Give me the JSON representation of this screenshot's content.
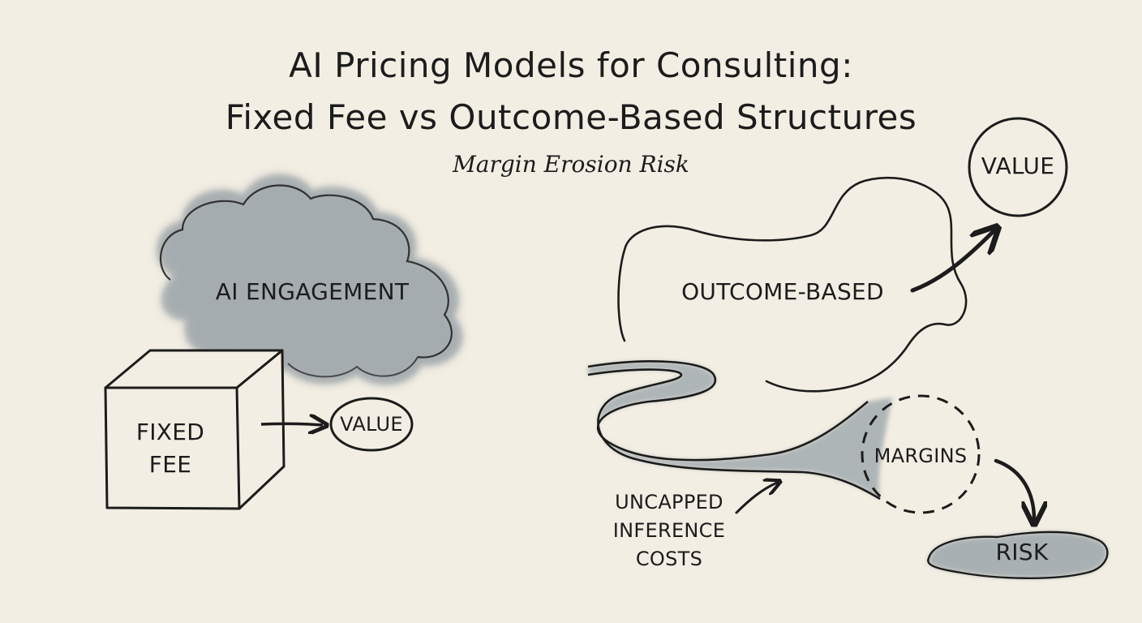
{
  "diagram": {
    "title_line1": "AI Pricing Models for Consulting:",
    "title_line2": "Fixed Fee vs Outcome-Based Structures",
    "subtitle": "Margin Erosion Risk",
    "left": {
      "cloud_label": "AI ENGAGEMENT",
      "box_label_line1": "FIXED",
      "box_label_line2": "FEE",
      "value_label": "VALUE"
    },
    "right": {
      "cloud_label": "OUTCOME-BASED",
      "value_label": "VALUE",
      "margins_label": "MARGINS",
      "risk_label": "RISK",
      "costs_line1": "UNCAPPED",
      "costs_line2": "INFERENCE",
      "costs_line3": "COSTS"
    },
    "colors": {
      "paper": "#f3eee3",
      "ink": "#1c1c1c",
      "wash": "#8a979f"
    }
  }
}
